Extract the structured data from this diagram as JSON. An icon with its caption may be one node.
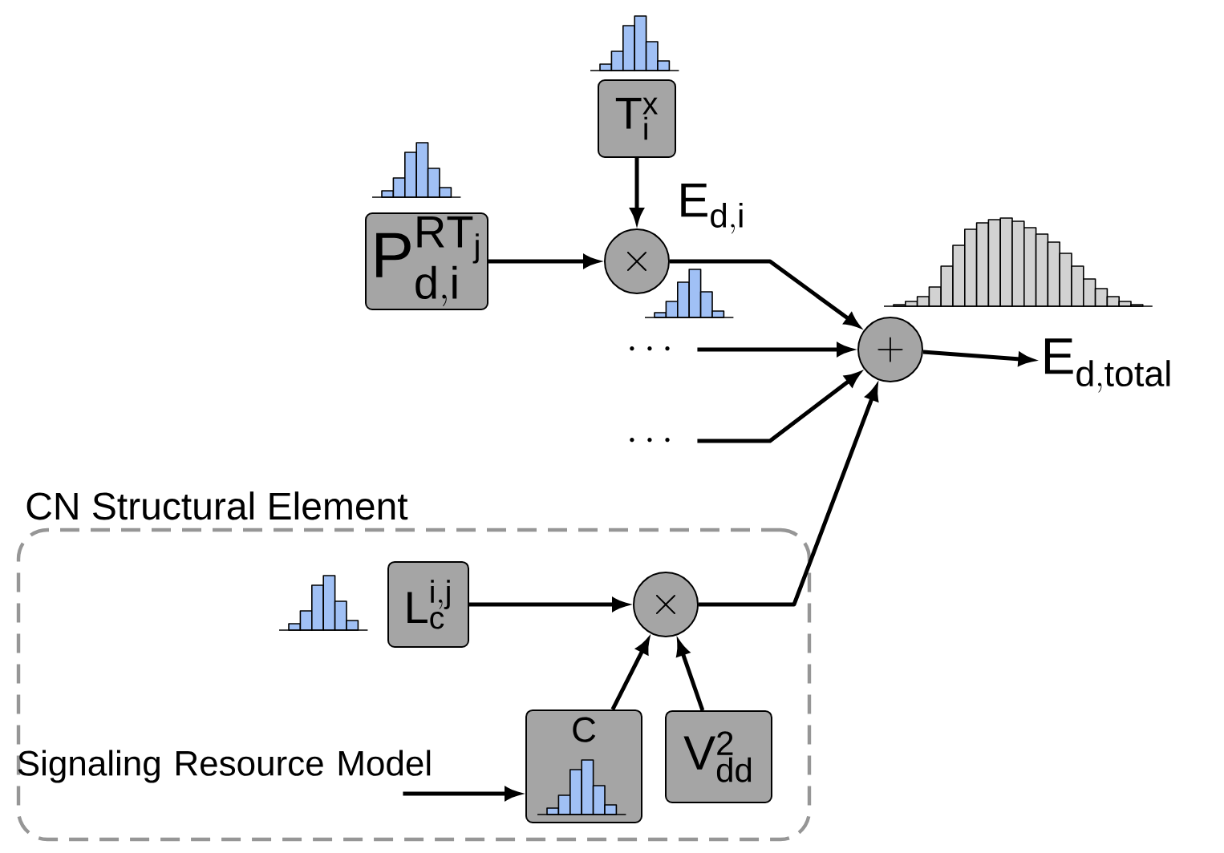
{
  "diagram": {
    "nodes": [
      {
        "text": [
          "\\mathsf{P^{RT_j}_{d,i}}"
        ]
      },
      {
        "text": [
          "\\mathsf{T^{x}_{i}}"
        ]
      },
      {
        "text": [
          "\\times"
        ]
      },
      {
        "text": [
          "\\cdots"
        ]
      },
      {
        "text": [
          "\\cdots"
        ]
      },
      {
        "text": [
          "+"
        ]
      },
      {
        "text": [
          "\\mathsf{E_{d,total}}"
        ]
      },
      {
        "text": [
          "CN Structural Element"
        ]
      },
      {
        "text": [
          "\\mathsf{L^{i,j}_{c}}"
        ],
        "in": 7
      },
      {
        "text": [
          "\\times"
        ],
        "in": 7
      },
      {
        "text": [
          "Signaling Resource Model"
        ],
        "in": 7
      },
      {
        "text": [
          "C"
        ],
        "in": 7
      },
      {
        "text": [
          "\\mathsf{V^{2}_{dd}}"
        ],
        "in": 7
      }
    ],
    "edges": [
      {
        "from": 0,
        "to": 2,
        "arrow": "to"
      },
      {
        "from": 1,
        "to": 2,
        "arrow": "to"
      },
      {
        "from": 2,
        "to": 5,
        "arrow": "to",
        "label": "\\mathsf{E_{d,i}}"
      },
      {
        "from": 3,
        "to": 5,
        "arrow": "to"
      },
      {
        "from": 4,
        "to": 5,
        "arrow": "to"
      },
      {
        "from": 5,
        "to": 6,
        "arrow": "to"
      },
      {
        "from": 8,
        "to": 9,
        "arrow": "to"
      },
      {
        "from": 11,
        "to": 9,
        "arrow": "to"
      },
      {
        "from": 12,
        "to": 9,
        "arrow": "to"
      },
      {
        "from": 9,
        "to": 5,
        "arrow": "to"
      },
      {
        "from": 10,
        "to": 11,
        "arrow": "to"
      }
    ]
  }
}
